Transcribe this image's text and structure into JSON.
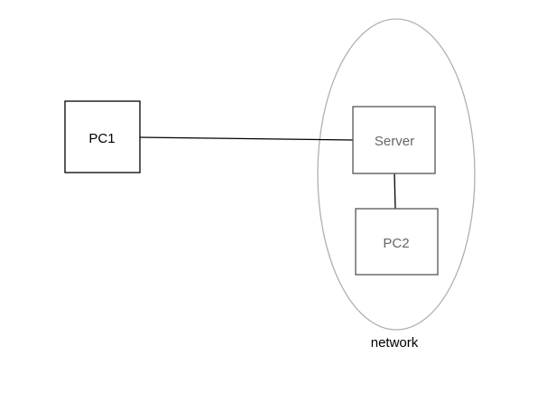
{
  "diagram": {
    "nodes": {
      "pc1": {
        "label": "PC1"
      },
      "server": {
        "label": "Server"
      },
      "pc2": {
        "label": "PC2"
      }
    },
    "group": {
      "label": "network"
    },
    "edges": [
      {
        "from": "pc1",
        "to": "server"
      },
      {
        "from": "server",
        "to": "pc2"
      }
    ]
  },
  "colors": {
    "background": "#ffffff",
    "box_stroke": "#000000",
    "inner_box_stroke": "#555555",
    "ellipse_stroke": "#b0b0b0",
    "line": "#000000",
    "label_dark": "#000000",
    "label_muted": "#666666"
  }
}
